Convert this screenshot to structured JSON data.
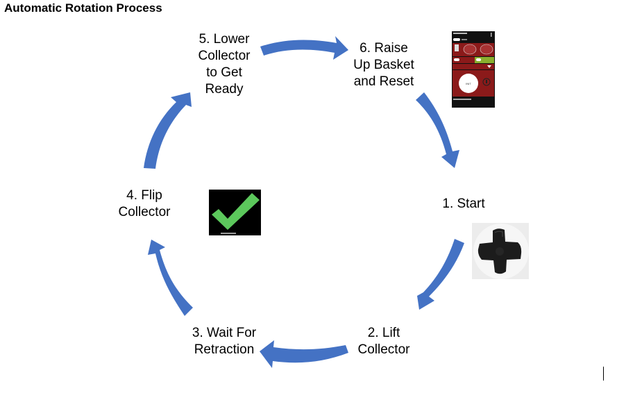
{
  "title": "Automatic Rotation Process",
  "steps": {
    "s1": [
      "1. Start"
    ],
    "s2": [
      "2. Lift",
      "Collector"
    ],
    "s3": [
      "3. Wait For",
      "Retraction"
    ],
    "s4": [
      "4. Flip",
      "Collector"
    ],
    "s5": [
      "5. Lower",
      "Collector",
      "to Get",
      "Ready"
    ],
    "s6": [
      "6. Raise",
      "Up Basket",
      "and Reset"
    ]
  },
  "colors": {
    "arrow": "#4472C4",
    "check": "#5CC85C",
    "phone_red": "#8B1A1A",
    "phone_green": "#8AAF2E"
  },
  "phone": {
    "button_label": "INIT"
  },
  "icons": [
    "checkmark-icon",
    "phone-app-screenshot",
    "dpad-icon"
  ]
}
